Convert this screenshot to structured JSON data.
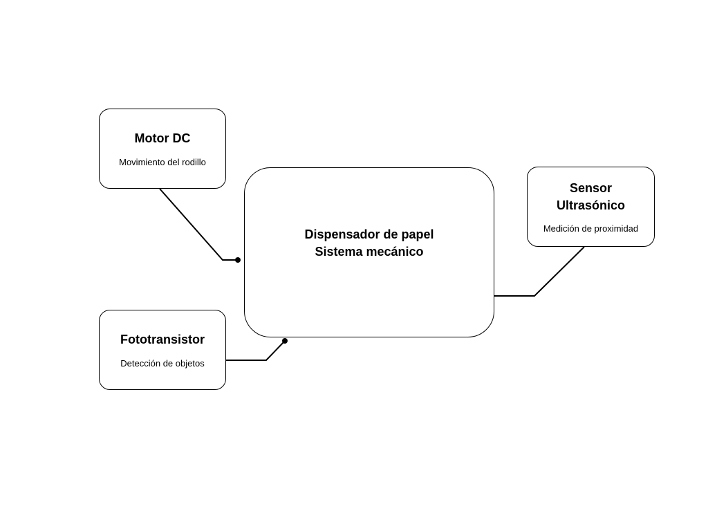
{
  "diagram": {
    "main": {
      "line1": "Dispensador de papel",
      "line2": "Sistema mecánico"
    },
    "motor": {
      "title": "Motor DC",
      "subtitle": "Movimiento del rodillo"
    },
    "fototransistor": {
      "title": "Fototransistor",
      "subtitle": "Detección de objetos"
    },
    "sensor": {
      "line1": "Sensor",
      "line2": "Ultrasónico",
      "subtitle": "Medición de proximidad"
    }
  },
  "colors": {
    "stroke": "#000000",
    "background": "#ffffff"
  }
}
